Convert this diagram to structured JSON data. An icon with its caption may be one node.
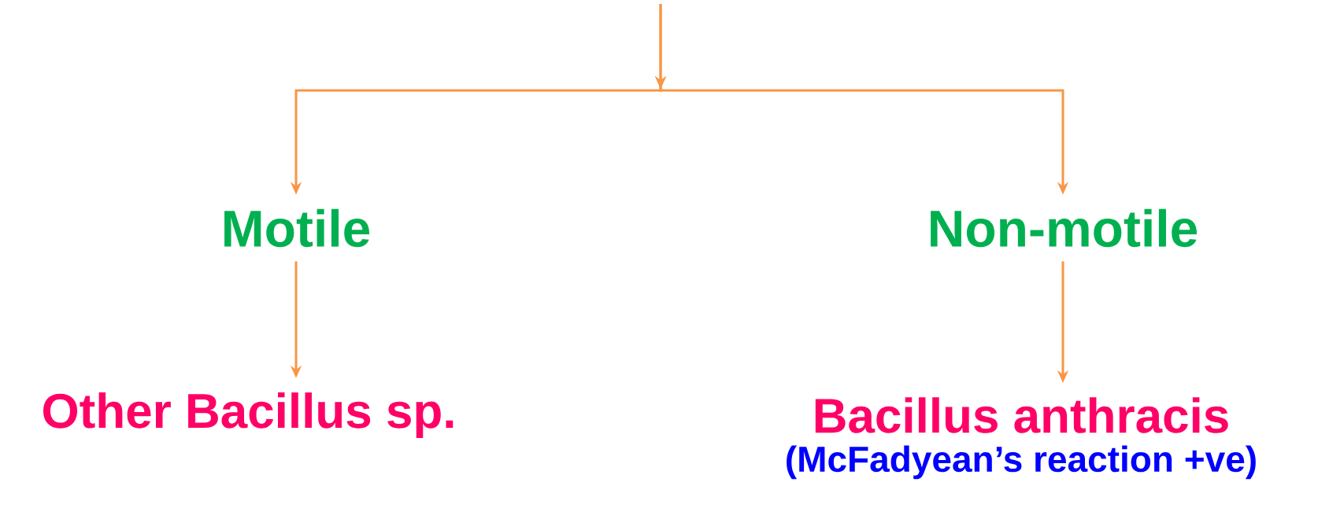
{
  "diagram": {
    "nodes": [
      {
        "text": [
          "Motile"
        ]
      },
      {
        "text": [
          "Non-motile"
        ]
      },
      {
        "text": [
          "Other Bacillus sp."
        ]
      },
      {
        "text": [
          "Bacillus anthracis"
        ],
        "beside": [
          "(McFadyean’s reaction +ve)"
        ]
      }
    ],
    "edges": [
      {
        "from": null,
        "to": 0,
        "arrow": "to"
      },
      {
        "from": null,
        "to": 1,
        "arrow": "to"
      },
      {
        "from": 0,
        "to": 2,
        "arrow": "to"
      },
      {
        "from": 1,
        "to": 3,
        "arrow": "to"
      }
    ]
  }
}
